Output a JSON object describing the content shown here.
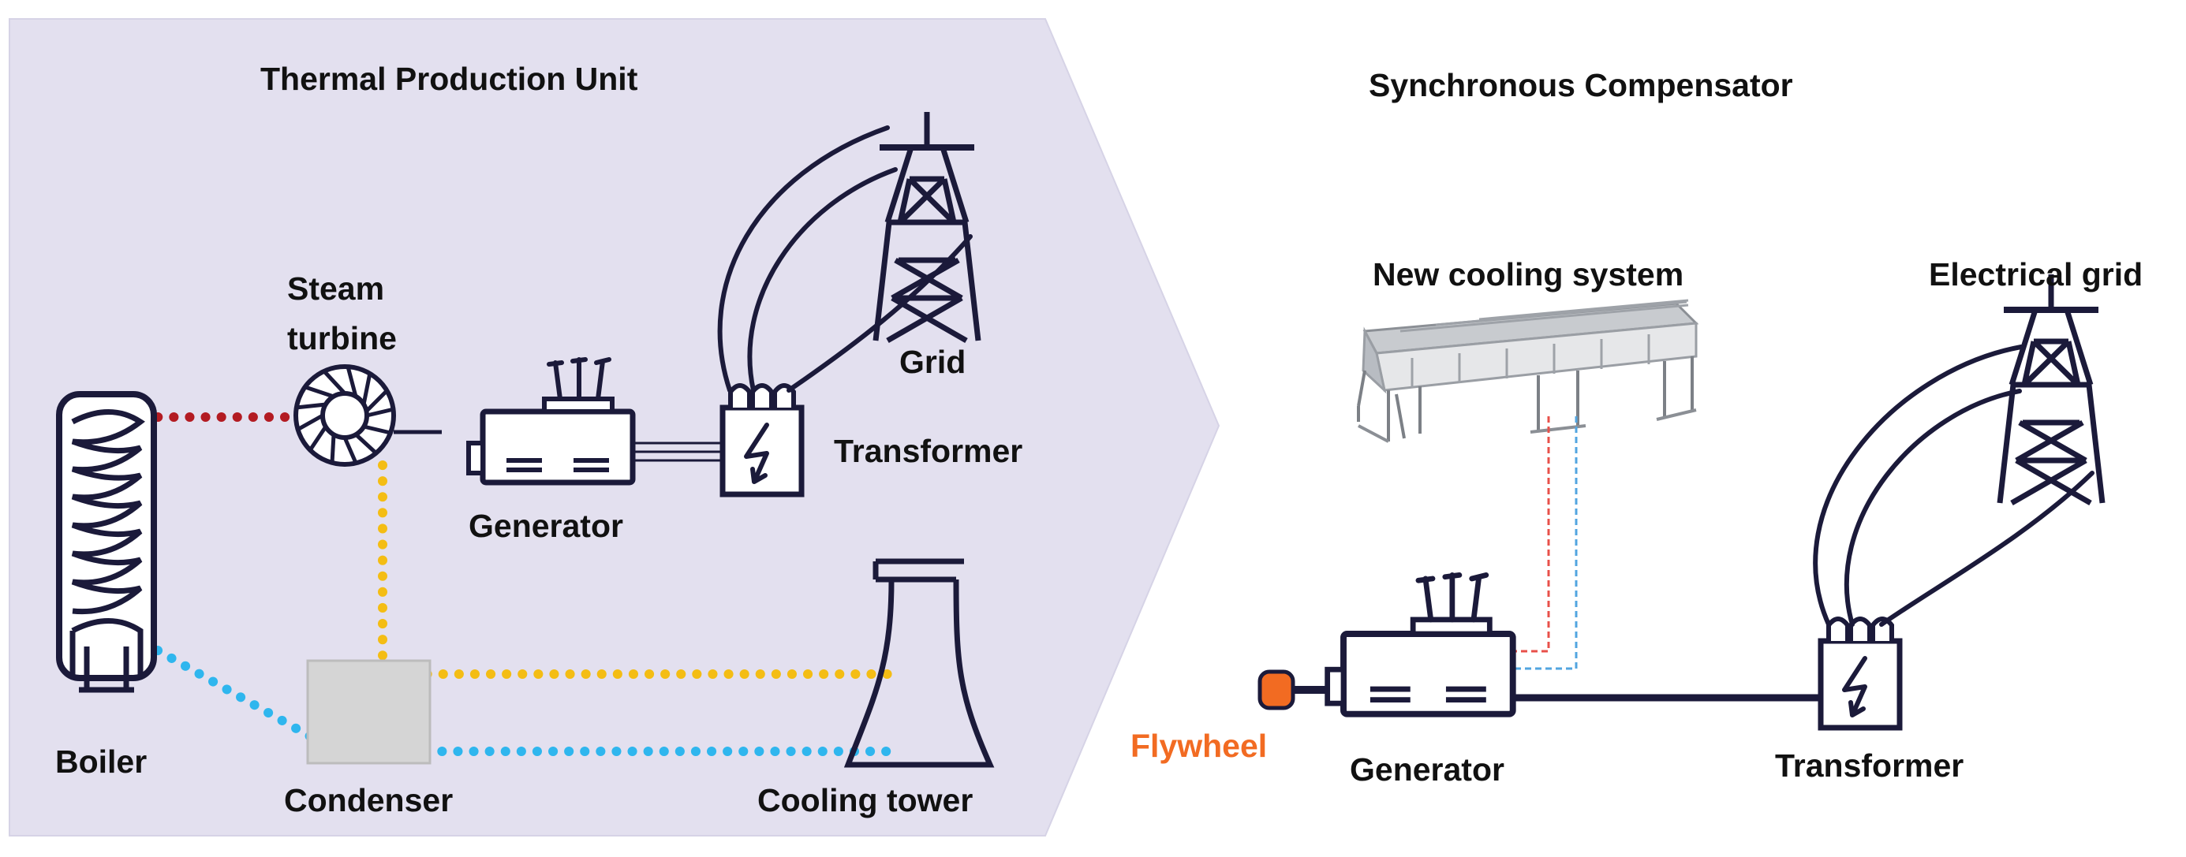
{
  "thermal": {
    "title": "Thermal Production Unit",
    "labels": {
      "steam_line1": "Steam",
      "steam_line2": "turbine",
      "grid": "Grid",
      "transformer": "Transformer",
      "generator": "Generator",
      "boiler": "Boiler",
      "condenser": "Condenser",
      "cooling_tower": "Cooling tower"
    }
  },
  "compensator": {
    "title": "Synchronous Compensator",
    "labels": {
      "cooling_system": "New cooling system",
      "electrical_grid": "Electrical grid",
      "flywheel": "Flywheel",
      "generator": "Generator",
      "transformer": "Transformer"
    }
  },
  "colors": {
    "panel_bg": "#e3e0ef",
    "line": "#1b1a3a",
    "steam_red": "#b31b22",
    "hot_yellow": "#f4bd14",
    "cold_blue": "#2fb6ee",
    "flywheel_orange": "#f26b22",
    "condenser_fill": "#d5d5d5"
  }
}
